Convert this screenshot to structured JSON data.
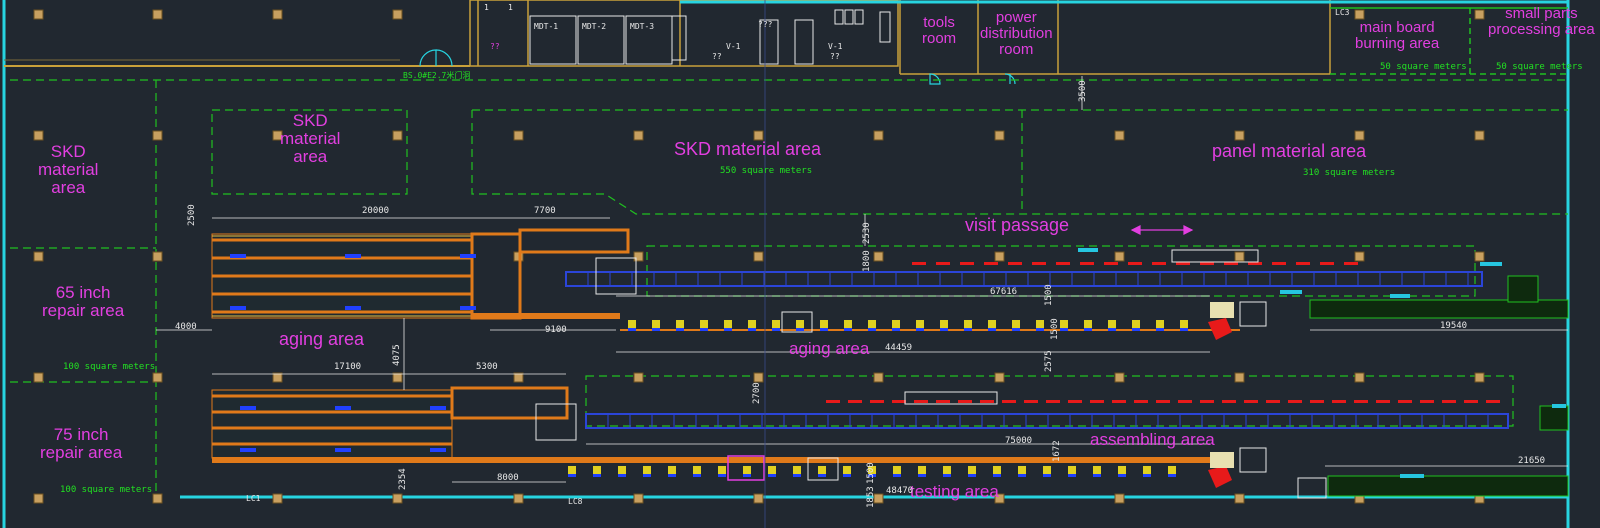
{
  "colors": {
    "background": "#212830",
    "wall": "#c9a13a",
    "outer_wall": "#27d4e0",
    "zone_dashed": "#20c020",
    "label": "#e23fe0",
    "area_note": "#22e022",
    "dimension": "#e8e8e8",
    "conveyor_frame": "#2b45d8",
    "rack": "#e07a1a",
    "station_red": "#e81a1a",
    "station_blue": "#2040ff",
    "column": "#c8a060"
  },
  "areas": {
    "skd_left": "SKD material area",
    "skd_left_lines": [
      "SKD",
      "material",
      "area"
    ],
    "skd_mid_lines": [
      "SKD",
      "material",
      "area"
    ],
    "skd_main": "SKD material area",
    "skd_main_size": "550 square meters",
    "panel": "panel material area",
    "panel_size": "310 square meters",
    "repair65_lines": [
      "65 inch",
      "repair area"
    ],
    "repair65_size": "100 square meters",
    "repair75_lines": [
      "75 inch",
      "repair area"
    ],
    "repair75_size": "100 square meters",
    "aging_left": "aging area",
    "aging_center": "aging area",
    "assembling": "assembling area",
    "testing": "testing area",
    "visit": "visit passage",
    "tools_lines": [
      "tools",
      "room"
    ],
    "power_lines": [
      "power",
      "distribution",
      "room"
    ],
    "mainboard_lines": [
      "main board",
      "burning area"
    ],
    "mainboard_size": "50 square meters",
    "smallparts_lines": [
      "small parts",
      "processing area"
    ],
    "smallparts_size": "50 square meters"
  },
  "top_rooms": {
    "door_note": "BS.0#E2.7米门洞",
    "v1a": "V-1",
    "v1b": "V-1",
    "box1": "MDT-1",
    "box2": "MDT-2",
    "box3": "MDT-3",
    "qq1": "??",
    "qq2": "??",
    "qq3": "???",
    "qq4": "??",
    "num1": "1",
    "num2": "1",
    "lc3": "LC3"
  },
  "dimensions": {
    "d20000": "20000",
    "d7700": "7700",
    "d2500": "2500",
    "d2530": "2530",
    "d1800": "1800",
    "d67616": "67616",
    "d1500": "1500",
    "d19540": "19540",
    "d4000": "4000",
    "d9100": "9100",
    "d44459": "44459",
    "d4075": "4075",
    "d1500b": "1500",
    "d2575": "2575",
    "d17100": "17100",
    "d5300": "5300",
    "d2700": "2700",
    "d75000": "75000",
    "d1672": "1672",
    "d21650": "21650",
    "d8000": "8000",
    "d2354": "2354",
    "d1500c": "1500",
    "d1853": "1853",
    "d48470": "48470",
    "d3500": "3500",
    "lc1": "LC1",
    "lc8": "LC8"
  }
}
